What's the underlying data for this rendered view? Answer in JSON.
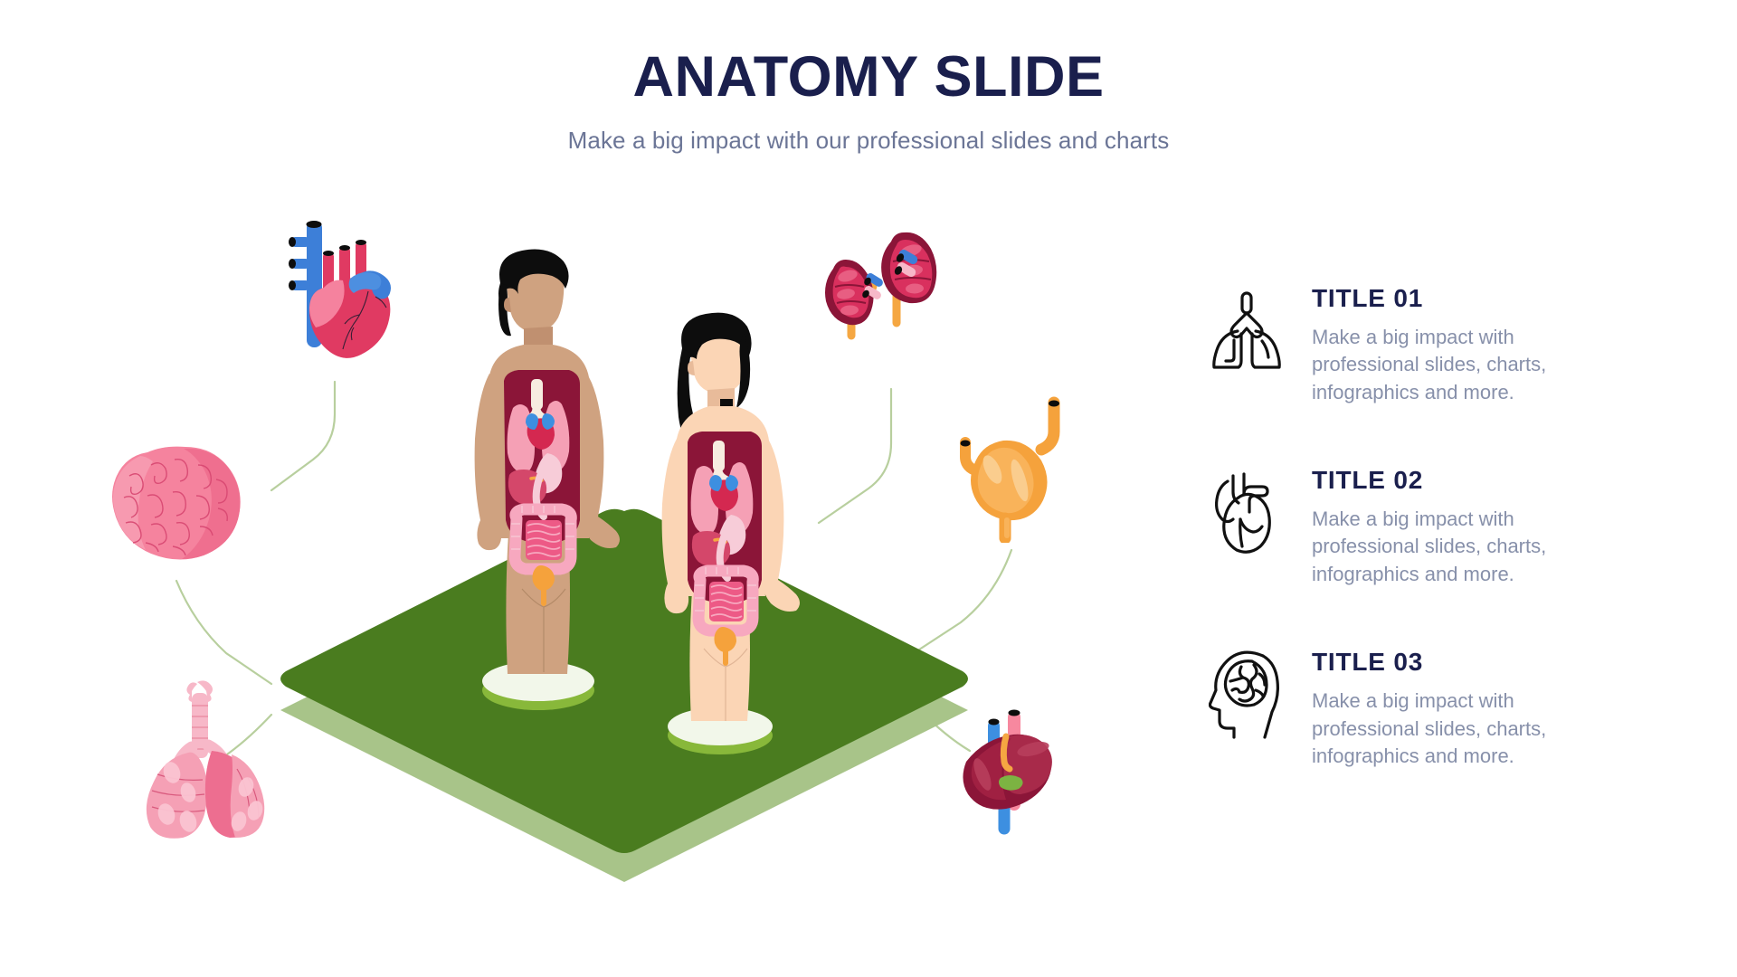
{
  "header": {
    "title": "ANATOMY SLIDE",
    "subtitle": "Make a big impact with our professional slides and charts",
    "title_color": "#1a1f4d",
    "subtitle_color": "#6b7596"
  },
  "illustration": {
    "platform_color_top": "#4a7c1f",
    "platform_color_side": "#a8c489",
    "connector_color": "#b8cf9e",
    "figures": [
      {
        "name": "male-figure",
        "skin": "#cfa280",
        "hair": "#0d0d0d",
        "cavity": "#8b1538"
      },
      {
        "name": "female-figure",
        "skin": "#fbd5b5",
        "hair": "#0d0d0d",
        "cavity": "#8b1538"
      }
    ],
    "organs": [
      {
        "name": "heart",
        "label": "heart-illustration",
        "color": "#e03a62",
        "accent": "#3d7fd8"
      },
      {
        "name": "brain",
        "label": "brain-illustration",
        "color": "#f5839e",
        "accent": "#ef6f8f"
      },
      {
        "name": "lungs",
        "label": "lungs-illustration",
        "color": "#f5a0b5",
        "accent": "#ed6e90"
      },
      {
        "name": "kidneys",
        "label": "kidneys-illustration",
        "color": "#8b1538",
        "accent": "#f5a742"
      },
      {
        "name": "bladder",
        "label": "bladder-illustration",
        "color": "#f5a23c",
        "accent": "#fbc168"
      },
      {
        "name": "liver",
        "label": "liver-illustration",
        "color": "#8b1538",
        "accent": "#7cb342"
      }
    ]
  },
  "features": [
    {
      "icon": "lungs-icon",
      "title": "TITLE 01",
      "description": "Make a big impact with professional slides, charts, infographics and more."
    },
    {
      "icon": "heart-icon",
      "title": "TITLE 02",
      "description": "Make a big impact with professional slides, charts, infographics and more."
    },
    {
      "icon": "head-brain-icon",
      "title": "TITLE 03",
      "description": "Make a big impact with professional slides, charts, infographics and more."
    }
  ]
}
